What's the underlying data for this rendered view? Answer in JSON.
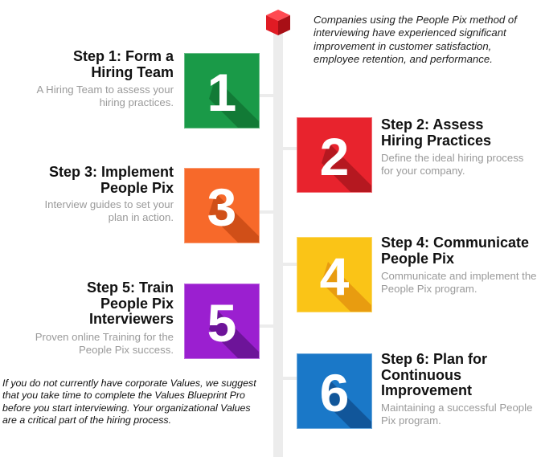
{
  "intro": "Companies using the People Pix method of interviewing have experienced significant improvement in customer satisfaction, employee retention, and performance.",
  "steps": [
    {
      "number": "1",
      "title": "Step 1: Form a Hiring Team",
      "description": "A Hiring Team to assess your hiring practices.",
      "color": "#1a9a48",
      "shade": "#127a36"
    },
    {
      "number": "2",
      "title": "Step 2: Assess Hiring Practices",
      "description": "Define the ideal hiring process for your company.",
      "color": "#e8232d",
      "shade": "#b51820"
    },
    {
      "number": "3",
      "title": "Step 3: Implement People Pix",
      "description": "Interview guides to set your plan in action.",
      "color": "#f7692a",
      "shade": "#d04f18"
    },
    {
      "number": "4",
      "title": "Step 4: Communicate People Pix",
      "description": "Communicate and implement the People Pix program.",
      "color": "#fac417",
      "shade": "#e89c10"
    },
    {
      "number": "5",
      "title": "Step 5: Train People Pix Interviewers",
      "description": "Proven online Training for the People Pix success.",
      "color": "#9b1fd0",
      "shade": "#6d1499"
    },
    {
      "number": "6",
      "title": "Step 6: Plan for Continuous Improvement",
      "description": "Maintaining a successful People Pix program.",
      "color": "#1a78c8",
      "shade": "#11569a"
    }
  ],
  "note": "If you do not currently have corporate Values, we suggest that you take time to complete the Values Blueprint Pro before you start interviewing. Your organizational Values are a critical part of the hiring process.",
  "colors": {
    "spine": "#ececec",
    "cube": "#e01b24"
  }
}
